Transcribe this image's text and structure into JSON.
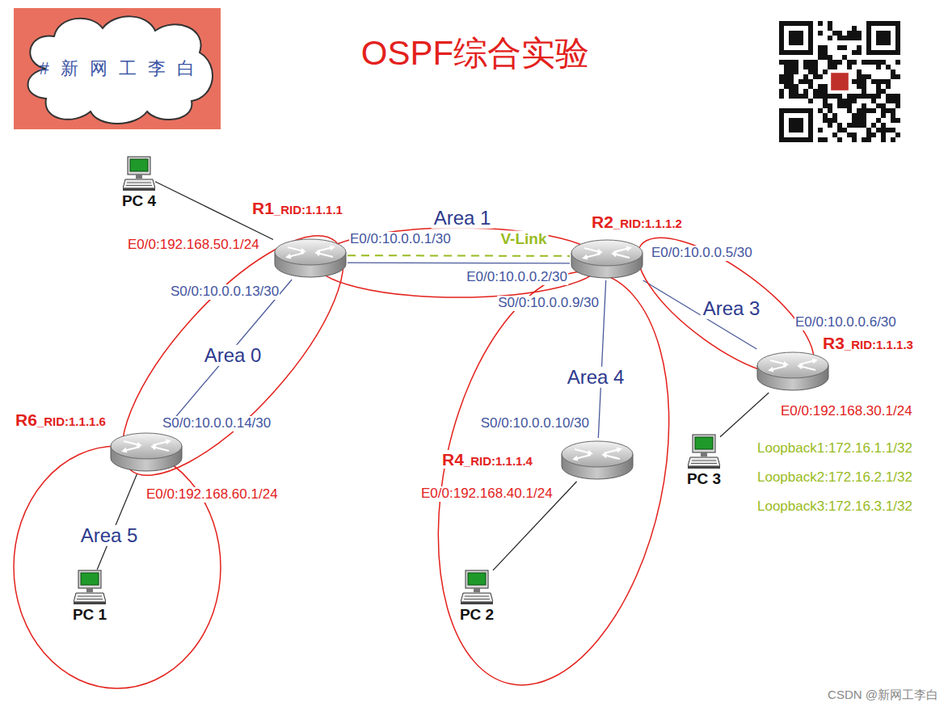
{
  "diagram": {
    "title": "OSPF综合实验",
    "nodes": [
      {
        "text": [
          "# 新 网 工 李 白"
        ]
      },
      {
        "text": [
          "Area 1"
        ]
      },
      {
        "text": [
          "Area 0"
        ]
      },
      {
        "text": [
          "Area 3"
        ]
      },
      {
        "text": [
          "Area 4"
        ]
      },
      {
        "text": [
          "Area 5"
        ]
      },
      {
        "text": [
          "PC 4"
        ]
      },
      {
        "text": [
          "R1",
          "_RID:1.1.1.1"
        ]
      },
      {
        "text": [
          "R2",
          "_RID:1.1.1.2"
        ]
      },
      {
        "text": [
          "R3",
          "_RID:1.1.1.3"
        ]
      },
      {
        "text": [
          "PC 3"
        ]
      },
      {
        "text": [
          "R6",
          "_RID:1.1.1.6"
        ]
      },
      {
        "text": [
          "R4",
          "_RID:1.1.1.4"
        ],
        "in": 4
      },
      {
        "text": [
          "PC 2"
        ],
        "in": 4
      },
      {
        "text": [
          "PC 1"
        ],
        "in": 5
      }
    ],
    "edges": [
      {
        "from": 6,
        "to": 7,
        "arrow": "none"
      },
      {
        "from": 7,
        "to": 8,
        "arrow": "none"
      },
      {
        "from": 7,
        "to": 8,
        "arrow": "none",
        "label": "V-Link"
      },
      {
        "from": 7,
        "to": 11,
        "arrow": "none"
      },
      {
        "from": 8,
        "to": 9,
        "arrow": "none"
      },
      {
        "from": 8,
        "to": 12,
        "arrow": "none"
      },
      {
        "from": 9,
        "to": 10,
        "arrow": "none"
      },
      {
        "from": 11,
        "to": 14,
        "arrow": "none"
      },
      {
        "from": 12,
        "to": 13,
        "arrow": "none"
      }
    ],
    "labels": [
      "E0/0:192.168.50.1/24",
      "E0/0:10.0.0.1/30",
      "S0/0:10.0.0.13/30",
      "E0/0:10.0.0.2/30",
      "S0/0:10.0.0.9/30",
      "E0/0:10.0.0.5/30",
      "E0/0:10.0.0.6/30",
      "E0/0:192.168.30.1/24",
      "Loopback1:172.16.1.1/32",
      "Loopback2:172.16.2.1/32",
      "Loopback3:172.16.3.1/32",
      "S0/0:10.0.0.14/30",
      "E0/0:192.168.60.1/24",
      "S0/0:10.0.0.10/30",
      "E0/0:192.168.40.1/24",
      "CSDN @新网工李白"
    ]
  }
}
